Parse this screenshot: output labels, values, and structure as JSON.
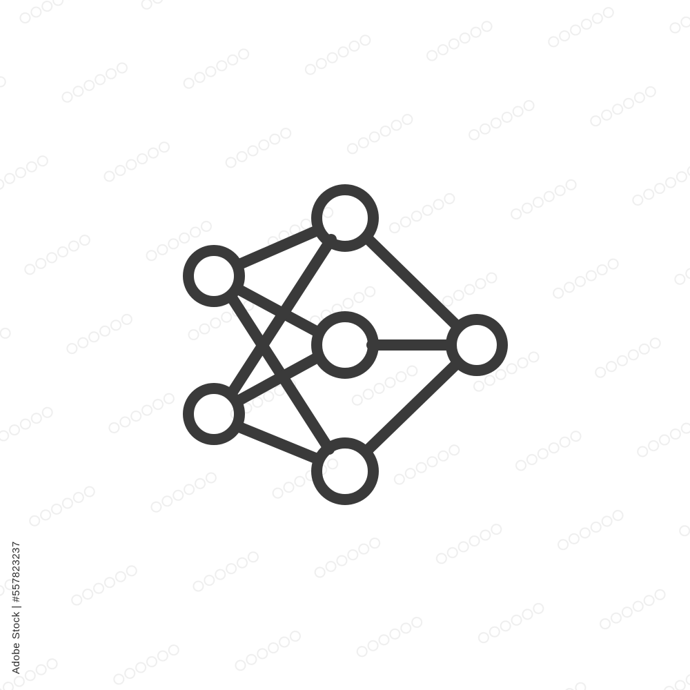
{
  "image": {
    "subject": "neural-network-icon",
    "style": "outline",
    "colors": {
      "background": "#ffffff",
      "stroke": "#3a3a3a",
      "watermark": "#9a9a9a"
    }
  },
  "stock_id": "Adobe Stock | #557823237",
  "watermark_text": "Adobe Stock"
}
